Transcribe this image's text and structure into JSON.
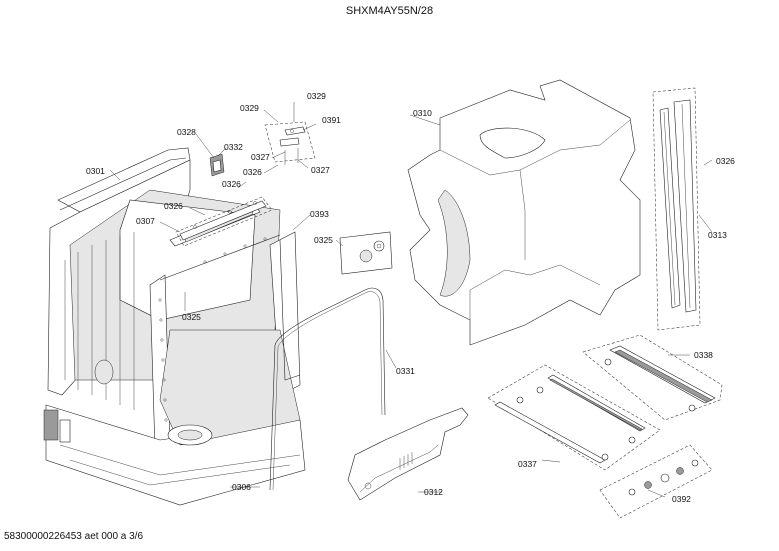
{
  "title": "SHXM4AY55N/28",
  "footer": "58300000226453 aet 000 a 3/6",
  "callouts": {
    "c0329a": "0329",
    "c0329b": "0329",
    "c0391": "0391",
    "c0328": "0328",
    "c0332": "0332",
    "c0327a": "0327",
    "c0327b": "0327",
    "c0326a": "0326",
    "c0326b": "0326",
    "c0326c": "0326",
    "c0301": "0301",
    "c0307": "0307",
    "c0393": "0393",
    "c0325a": "0325",
    "c0325b": "0325",
    "c0310": "0310",
    "c0326d": "0326",
    "c0313": "0313",
    "c0338": "0338",
    "c0331": "0331",
    "c0337": "0337",
    "c0312": "0312",
    "c0306": "0306",
    "c0392": "0392"
  }
}
